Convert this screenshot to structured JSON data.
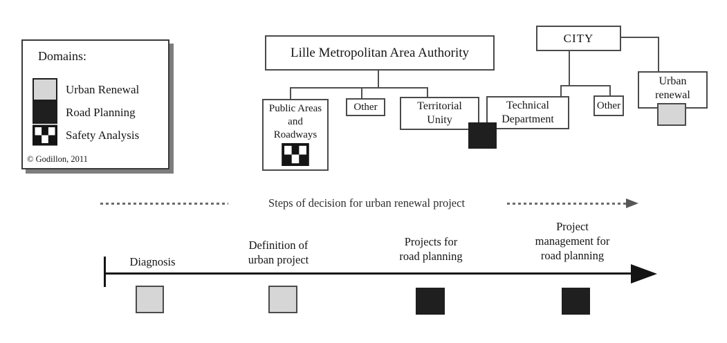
{
  "legend": {
    "title": "Domains:",
    "items": [
      {
        "label": "Urban Renewal",
        "swatch": "urban-renewal",
        "color": "#d6d6d6"
      },
      {
        "label": "Road Planning",
        "swatch": "road-planning",
        "color": "#1f1f1f"
      },
      {
        "label": "Safety Analysis",
        "swatch": "safety-analysis",
        "color": "checkered-black-white"
      }
    ],
    "copyright": "© Godillon, 2011"
  },
  "org_metropolitan": {
    "root": "Lille Metropolitan Area Authority",
    "public_areas": "Public Areas\nand\nRoadways",
    "other": "Other",
    "territorial_unity": "Territorial\nUnity"
  },
  "org_city": {
    "root": "CITY",
    "technical_department": "Technical\nDepartment",
    "other": "Other",
    "urban_renewal": "Urban\nrenewal"
  },
  "decision_axis": {
    "label": "Steps of decision for urban renewal project"
  },
  "timeline": {
    "steps": [
      {
        "label": "Diagnosis",
        "domain": "urban-renewal"
      },
      {
        "label": "Definition of\nurban project",
        "domain": "urban-renewal"
      },
      {
        "label": "Projects for\nroad planning",
        "domain": "road-planning"
      },
      {
        "label": "Project\nmanagement for\nroad planning",
        "domain": "road-planning"
      }
    ]
  },
  "colors": {
    "urban_renewal_fill": "#d6d6d6",
    "road_planning_fill": "#1f1f1f",
    "box_border": "#4a4a4a"
  }
}
